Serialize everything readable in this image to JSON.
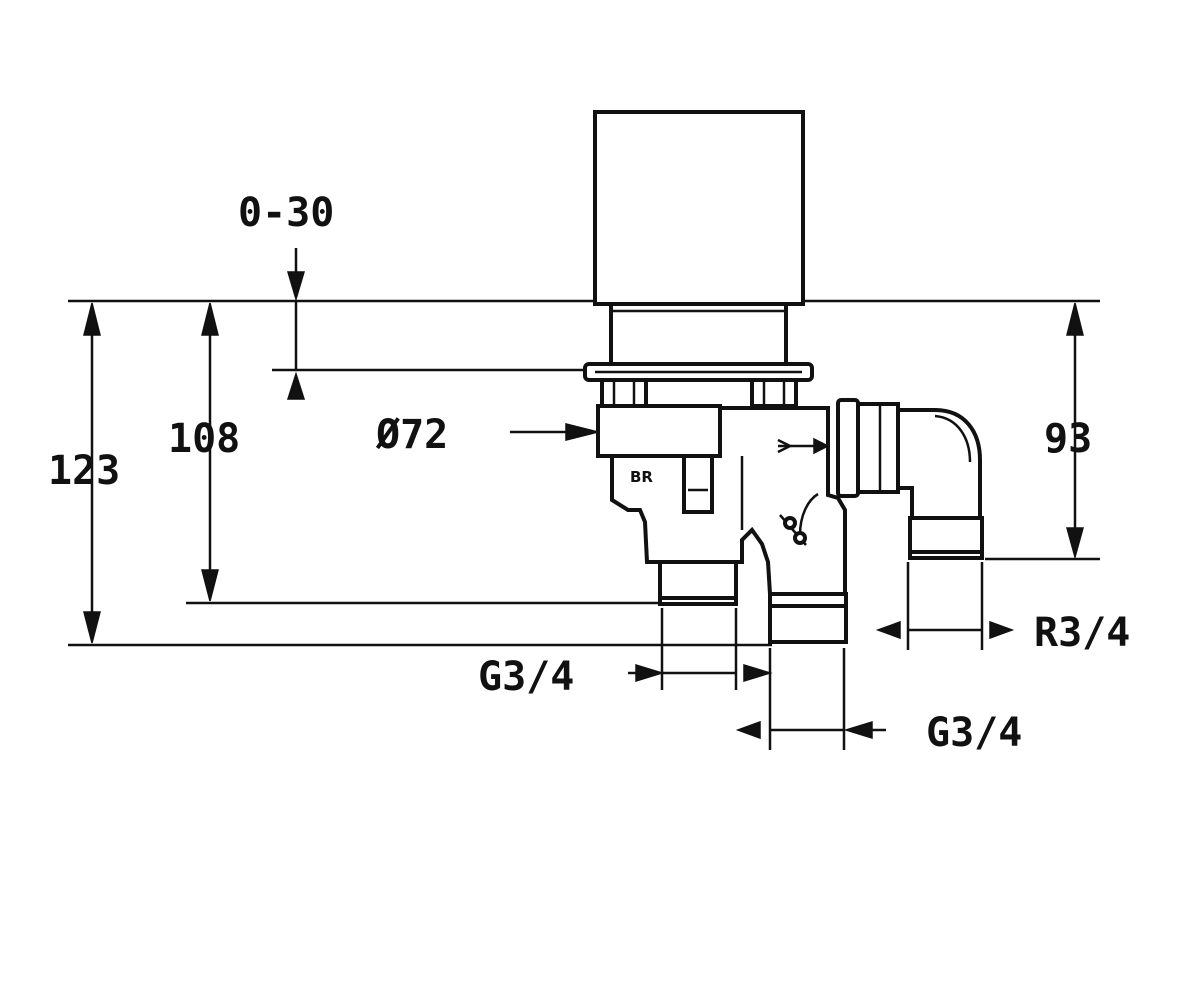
{
  "dimensions": {
    "adjust_range": "0-30",
    "overall_height": "123",
    "body_height": "108",
    "outlet_height": "93",
    "diameter": "Ø72",
    "outlet_thread": "R3/4",
    "inlet_thread_left": "G3/4",
    "inlet_thread_right": "G3/4"
  },
  "part_marks": {
    "body_marking": "BR"
  }
}
